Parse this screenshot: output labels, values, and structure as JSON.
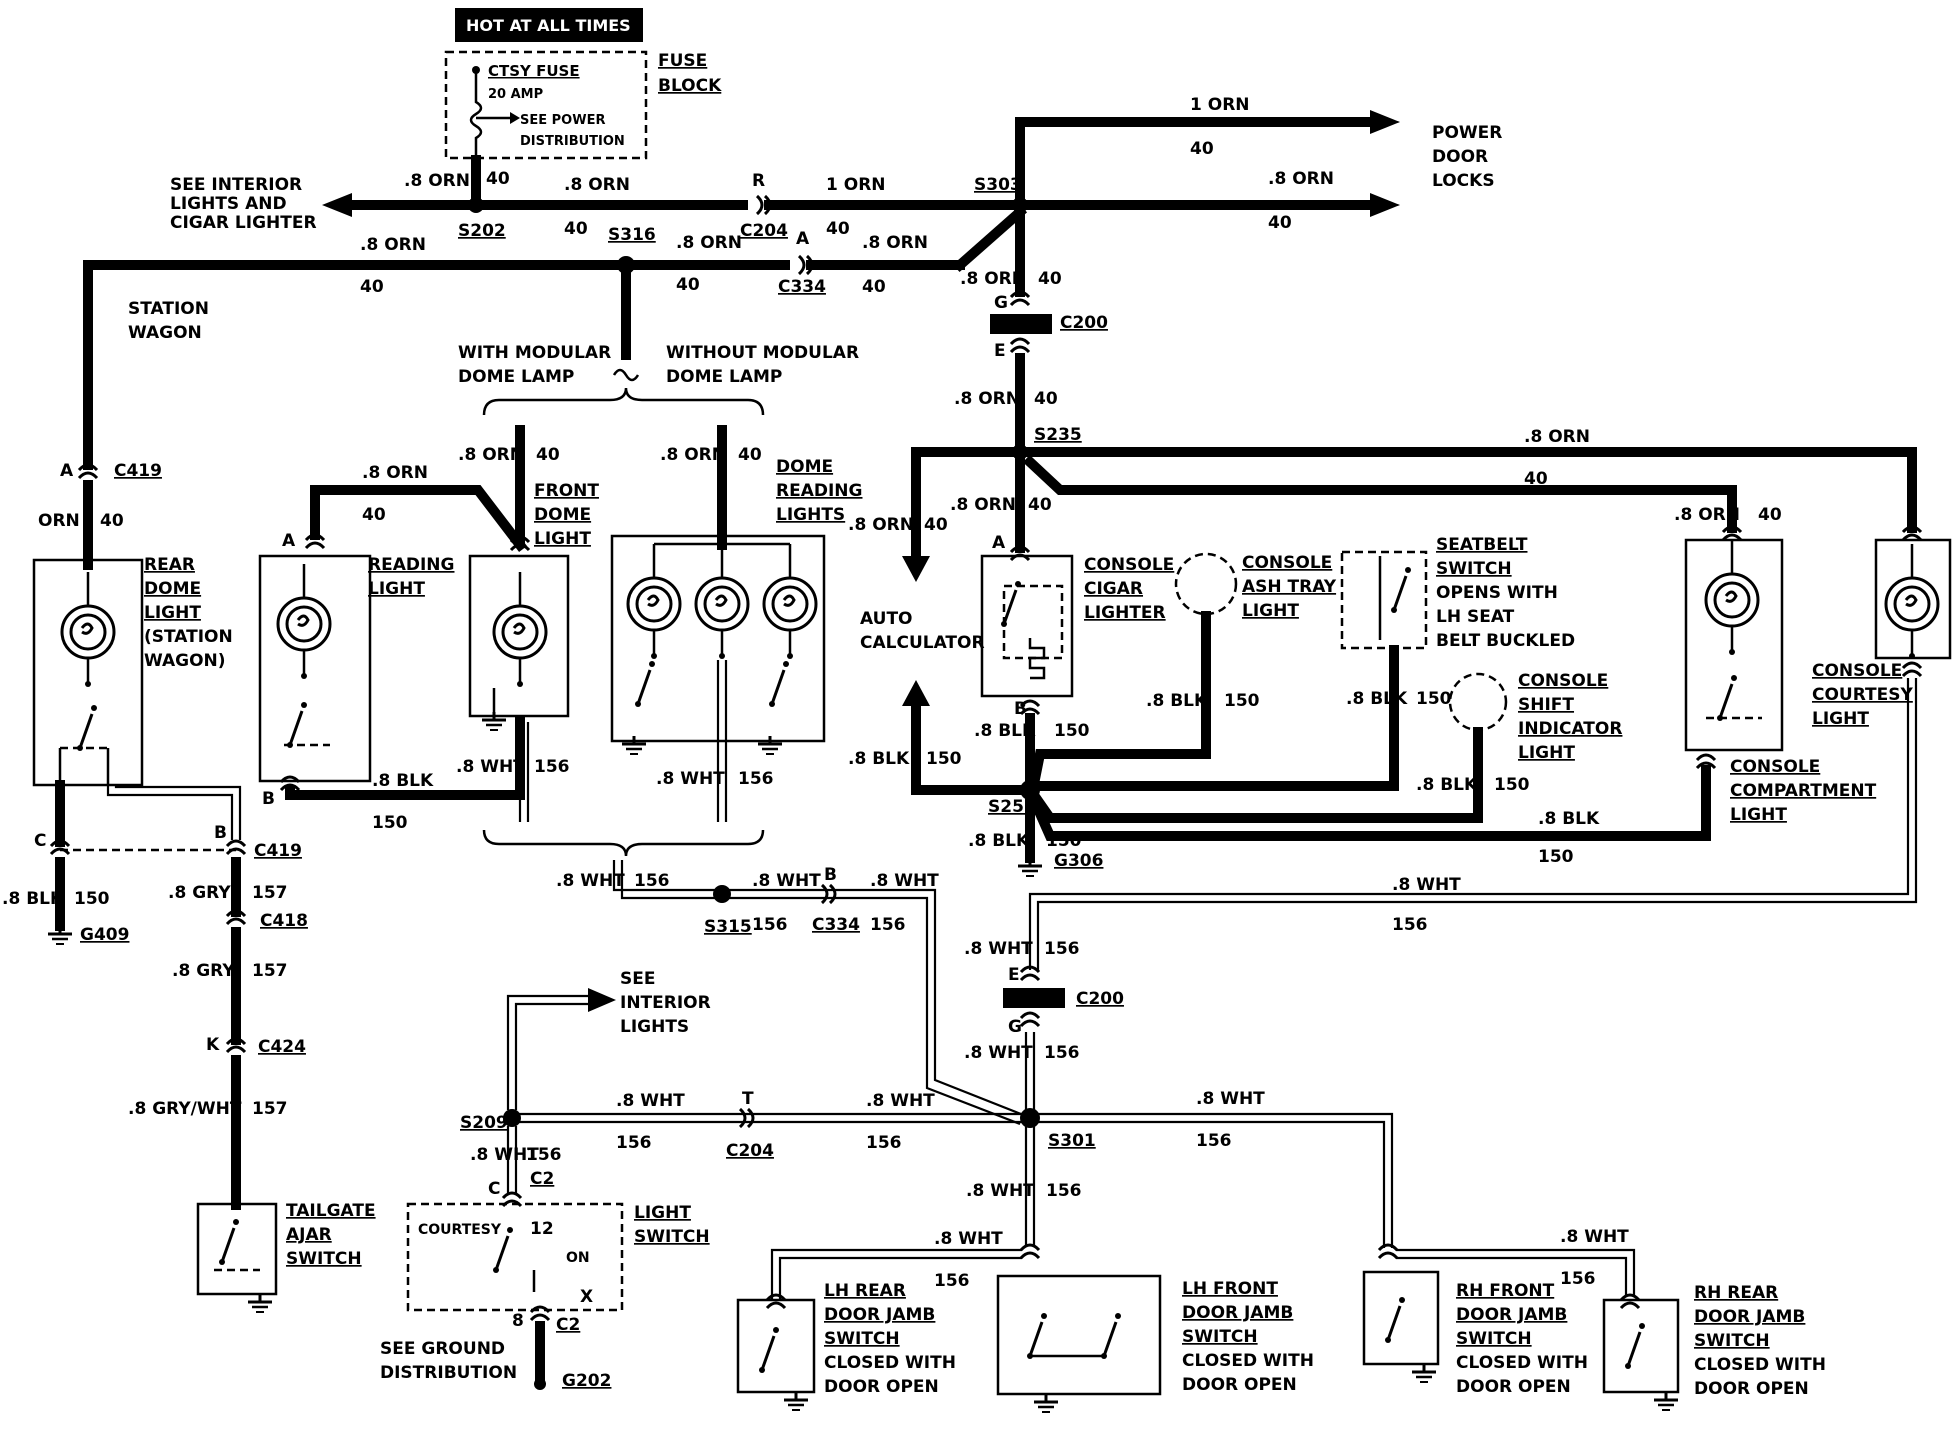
{
  "power": {
    "hot": "HOT AT ALL TIMES",
    "fuse": "CTSY FUSE",
    "amp": "20 AMP",
    "see_power": "SEE POWER",
    "distribution": "DISTRIBUTION",
    "fuse_block_1": "FUSE",
    "fuse_block_2": "BLOCK"
  },
  "labels": {
    "see_interior_1": "SEE INTERIOR",
    "see_interior_2": "LIGHTS AND",
    "see_interior_3": "CIGAR LIGHTER",
    "power_door_1": "POWER",
    "power_door_2": "DOOR",
    "power_door_3": "LOCKS",
    "station_1": "STATION",
    "station_2": "WAGON",
    "with_modular_1": "WITH MODULAR",
    "with_modular_2": "DOME LAMP",
    "without_modular_1": "WITHOUT MODULAR",
    "without_modular_2": "DOME LAMP",
    "auto_calc_1": "AUTO",
    "auto_calc_2": "CALCULATOR",
    "see_interior_lights_1": "SEE",
    "see_interior_lights_2": "INTERIOR",
    "see_interior_lights_3": "LIGHTS",
    "see_ground_1": "SEE GROUND",
    "see_ground_2": "DISTRIBUTION"
  },
  "wires": {
    "orn_08": ".8 ORN",
    "orn_1": "1 ORN",
    "orn": "ORN",
    "ckt_40": "40",
    "blk_08": ".8 BLK",
    "ckt_150": "150",
    "wht_08": ".8 WHT",
    "ckt_156": "156",
    "gry_08": ".8 GRY",
    "ckt_157": "157",
    "gry_wht": ".8 GRY/WHT",
    "ckt_12": "12"
  },
  "connectors": {
    "s202": "S202",
    "s316": "S316",
    "s303": "S303",
    "c204": "C204",
    "c334": "C334",
    "c200": "C200",
    "s235": "S235",
    "s253": "S253",
    "g306": "G306",
    "c419": "C419",
    "c418": "C418",
    "c424": "C424",
    "g409": "G409",
    "s315": "S315",
    "s209": "S209",
    "s301": "S301",
    "c2": "C2",
    "g202": "G202",
    "pin_a": "A",
    "pin_b": "B",
    "pin_c": "C",
    "pin_e": "E",
    "pin_g": "G",
    "pin_k": "K",
    "pin_r": "R",
    "pin_t": "T",
    "pin_x": "X",
    "pin_8": "8"
  },
  "components": {
    "rear_dome": [
      "REAR",
      "DOME",
      "LIGHT",
      "(STATION",
      "WAGON)"
    ],
    "reading_light": [
      "READING",
      "LIGHT"
    ],
    "front_dome": [
      "FRONT",
      "DOME",
      "LIGHT"
    ],
    "dome_reading": [
      "DOME",
      "READING",
      "LIGHTS"
    ],
    "cigar": [
      "CONSOLE",
      "CIGAR",
      "LIGHTER"
    ],
    "ash_tray": [
      "CONSOLE",
      "ASH TRAY",
      "LIGHT"
    ],
    "seatbelt": [
      "SEATBELT",
      "SWITCH",
      "OPENS WITH",
      "LH SEAT",
      "BELT BUCKLED"
    ],
    "shift": [
      "CONSOLE",
      "SHIFT",
      "INDICATOR",
      "LIGHT"
    ],
    "compartment": [
      "CONSOLE",
      "COMPARTMENT",
      "LIGHT"
    ],
    "courtesy": [
      "CONSOLE",
      "COURTESY",
      "LIGHT"
    ],
    "tailgate": [
      "TAILGATE",
      "AJAR",
      "SWITCH"
    ],
    "light_switch": [
      "LIGHT",
      "SWITCH"
    ],
    "light_switch_courtesy": "COURTESY",
    "light_switch_on": "ON",
    "lh_rear": [
      "LH REAR",
      "DOOR JAMB",
      "SWITCH",
      "CLOSED WITH",
      "DOOR OPEN"
    ],
    "lh_front": [
      "LH FRONT",
      "DOOR JAMB",
      "SWITCH",
      "CLOSED WITH",
      "DOOR OPEN"
    ],
    "rh_front": [
      "RH FRONT",
      "DOOR JAMB",
      "SWITCH",
      "CLOSED WITH",
      "DOOR OPEN"
    ],
    "rh_rear": [
      "RH REAR",
      "DOOR JAMB",
      "SWITCH",
      "CLOSED WITH",
      "DOOR OPEN"
    ]
  }
}
